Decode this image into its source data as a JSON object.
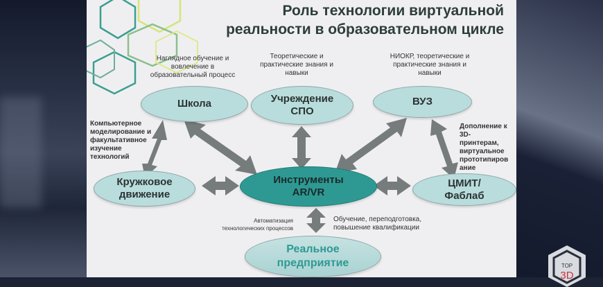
{
  "slide": {
    "title_line1": "Роль технологии виртуальной",
    "title_line2": "реальности в образовательном цикле"
  },
  "nodes": {
    "school": "Школа",
    "spo_line1": "Учреждение",
    "spo_line2": "СПО",
    "vuz": "ВУЗ",
    "circle_line1": "Кружковое",
    "circle_line2": "движение",
    "center_line1": "Инструменты",
    "center_line2": "AR/VR",
    "cmit_line1": "ЦМИТ/",
    "cmit_line2": "Фаблаб",
    "enterprise_line1": "Реальное",
    "enterprise_line2": "предприятие"
  },
  "notes": {
    "school": [
      "Наглядное обучение и",
      "вовлечение в",
      "образовательный процесс"
    ],
    "spo": [
      "Теоретические и",
      "практические знания и",
      "навыки"
    ],
    "vuz": [
      "НИОКР, теоретические и",
      "практические знания и",
      "навыки"
    ],
    "circle": [
      "Компьютерное",
      "моделирование и",
      "факультативное",
      "изучение",
      "технологий"
    ],
    "cmit": [
      "Дополнение к",
      "3D-",
      "принтерам,",
      "виртуальное",
      "прототипиров",
      "ание"
    ],
    "automation": [
      "Автоматизация",
      "технологических процессов"
    ],
    "training": [
      "Обучение, переподготовка,",
      "повышение квалификации"
    ]
  },
  "logo": {
    "top": "TOP",
    "brand": "3D"
  },
  "colors": {
    "node": "#b9dcdc",
    "center": "#2e9993",
    "arrow": "#767b7b",
    "title": "#2d3d3a"
  }
}
